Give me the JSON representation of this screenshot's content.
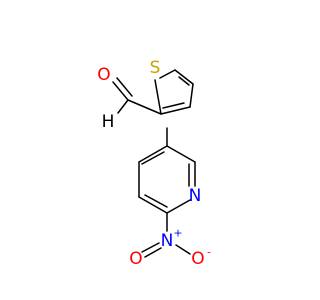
{
  "molecule": {
    "atoms": {
      "sulfur": {
        "label": "S",
        "color": "#c8a200"
      },
      "aldehyde_oxygen": {
        "label": "O",
        "color": "#ff0000"
      },
      "aldehyde_hydrogen": {
        "label": "H",
        "color": "#000000"
      },
      "pyridine_nitrogen": {
        "label": "N",
        "color": "#0000ff"
      },
      "nitro_nitrogen": {
        "label": "N",
        "color": "#0000ff",
        "charge": "+"
      },
      "nitro_oxygen_double": {
        "label": "O",
        "color": "#ff0000"
      },
      "nitro_oxygen_single": {
        "label": "O",
        "color": "#ff0000",
        "charge": "-"
      }
    }
  }
}
